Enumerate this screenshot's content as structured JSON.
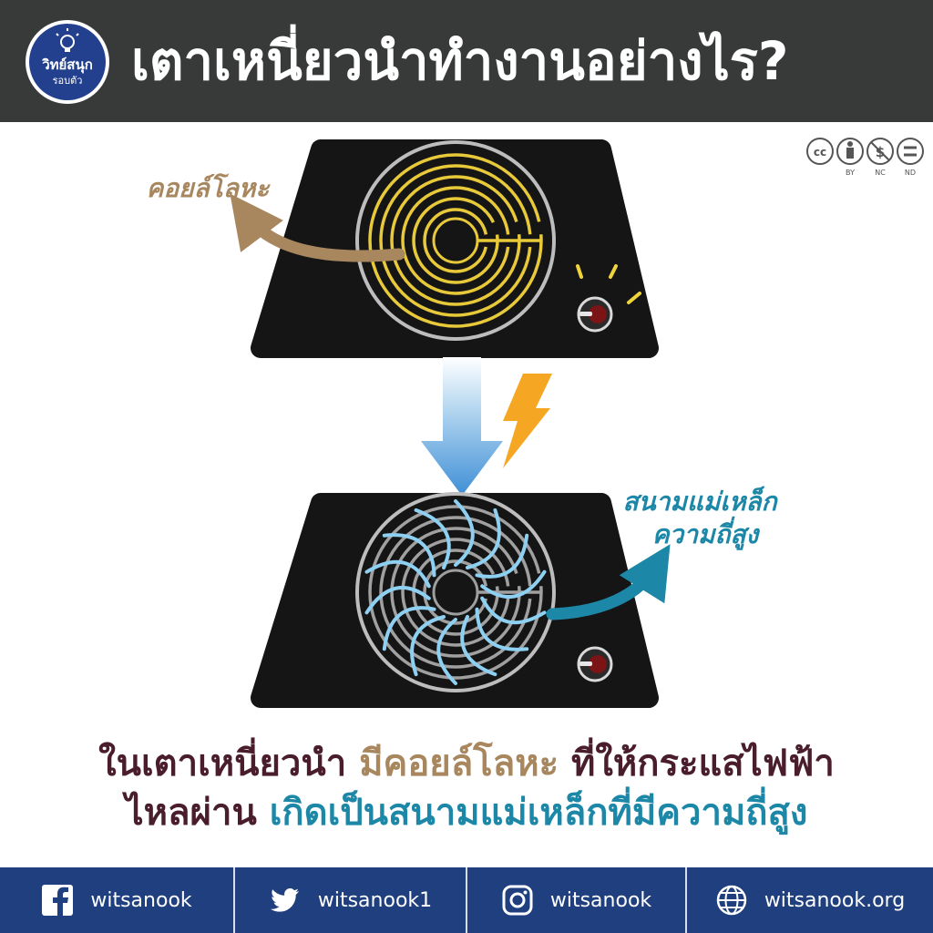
{
  "header": {
    "title": "เตาเหนี่ยวนำทำงานอย่างไร?",
    "logo_line1": "วิทย์สนุก",
    "logo_line2": "รอบตัว"
  },
  "license": {
    "icon": "cc-by-nc-nd-icon",
    "cc": "cc",
    "by": "BY",
    "nc": "NC",
    "nd": "ND"
  },
  "diagram": {
    "coil_label": "คอยล์โลหะ",
    "field_label_line1": "สนามแม่เหล็ก",
    "field_label_line2": "ความถี่สูง"
  },
  "caption": {
    "line1_part1": "ในเตาเหนี่ยวนำ ",
    "line1_part2": "มีคอยล์โลหะ",
    "line1_part3": " ที่ให้กระแสไฟฟ้า",
    "line2_part1": "ไหลผ่าน ",
    "line2_part2": "เกิดเป็นสนามแม่เหล็กที่มีความถี่สูง"
  },
  "footer": [
    {
      "icon": "facebook-icon",
      "label": "witsanook"
    },
    {
      "icon": "twitter-icon",
      "label": "witsanook1"
    },
    {
      "icon": "instagram-icon",
      "label": "witsanook"
    },
    {
      "icon": "globe-icon",
      "label": "witsanook.org"
    }
  ],
  "colors": {
    "header_bg": "#383a3a",
    "footer_bg": "#1f3f7f",
    "coil_yellow": "#e8c93a",
    "field_blue": "#8ed0f2",
    "label_tan": "#a8875f",
    "label_blue": "#1c87a7",
    "caption_dark": "#4a1d2d",
    "lightning_orange": "#f5a623"
  }
}
